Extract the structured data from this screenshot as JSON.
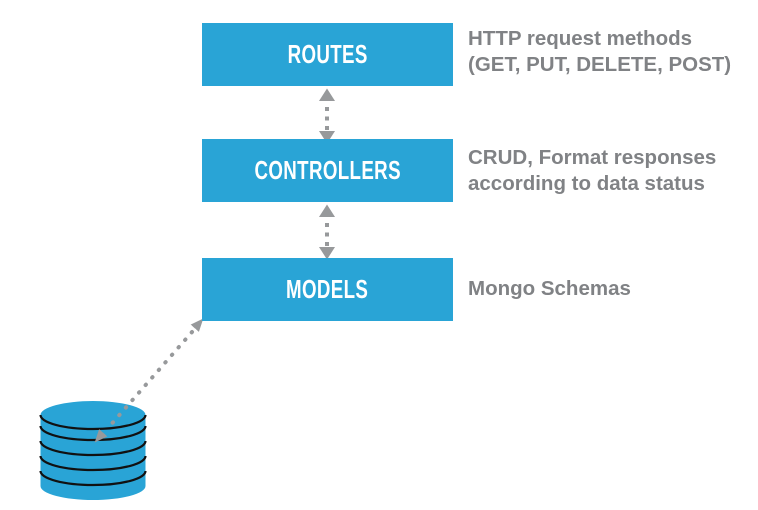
{
  "diagram": {
    "type": "layered-architecture-diagram",
    "colors": {
      "box_blue": "#29A4D6",
      "label_text": "#FFFFFF",
      "desc_text": "#808285",
      "arrow_gray": "#97999B",
      "db_line": "#111111",
      "background": "#FFFFFF"
    },
    "layers": [
      {
        "label": "ROUTES",
        "desc": [
          "HTTP request methods",
          "(GET, PUT, DELETE, POST)"
        ]
      },
      {
        "label": "CONTROLLERS",
        "desc": [
          "CRUD, Format responses",
          "according to data status"
        ]
      },
      {
        "label": "MODELS",
        "desc": [
          "Mongo Schemas"
        ]
      }
    ],
    "connectors": [
      {
        "name": "routes-controllers-arrow",
        "style": "dotted-double-headed-vertical"
      },
      {
        "name": "controllers-models-arrow",
        "style": "dotted-double-headed-vertical"
      },
      {
        "name": "models-database-arrow",
        "style": "dotted-double-headed-diagonal"
      }
    ],
    "database": {
      "icon": "database-cylinder-icon",
      "disks": 6
    }
  }
}
